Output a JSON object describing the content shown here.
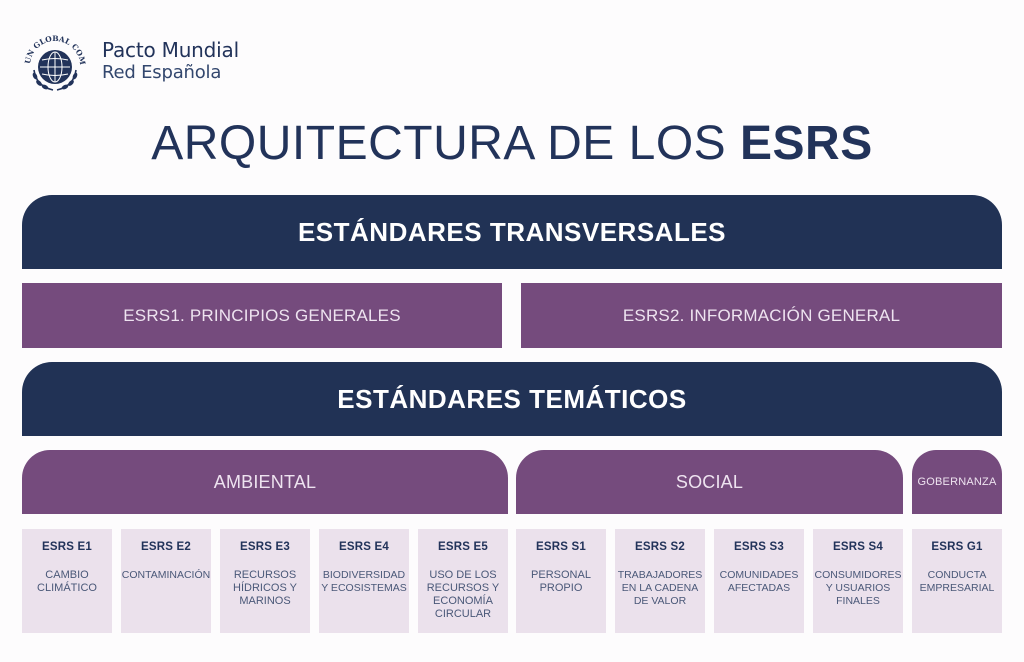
{
  "logo": {
    "ring_text": "UN GLOBAL COMPACT",
    "title": "Pacto Mundial",
    "subtitle": "Red Española"
  },
  "title": {
    "light": "ARQUITECTURA DE LOS ",
    "bold": "ESRS"
  },
  "transversal": {
    "header": "ESTÁNDARES TRANSVERSALES",
    "items": [
      {
        "label": "ESRS1. PRINCIPIOS GENERALES"
      },
      {
        "label": "ESRS2. INFORMACIÓN GENERAL"
      }
    ]
  },
  "tematico": {
    "header": "ESTÁNDARES TEMÁTICOS",
    "categories": [
      {
        "label": "AMBIENTAL"
      },
      {
        "label": "SOCIAL"
      },
      {
        "label": "GOBERNANZA"
      }
    ],
    "standards": [
      {
        "code": "ESRS E1",
        "name": "CAMBIO\nCLIMÁTICO"
      },
      {
        "code": "ESRS E2",
        "name": "CONTAMINACIÓN"
      },
      {
        "code": "ESRS E3",
        "name": "RECURSOS\nHÍDRICOS Y\nMARINOS"
      },
      {
        "code": "ESRS E4",
        "name": "BIODIVERSIDAD\nY ECOSISTEMAS"
      },
      {
        "code": "ESRS E5",
        "name": "USO DE LOS\nRECURSOS Y\nECONOMÍA\nCIRCULAR"
      },
      {
        "code": "ESRS S1",
        "name": "PERSONAL\nPROPIO"
      },
      {
        "code": "ESRS S2",
        "name": "TRABAJADORES\nEN LA CADENA\nDE VALOR"
      },
      {
        "code": "ESRS S3",
        "name": "COMUNIDADES\nAFECTADAS"
      },
      {
        "code": "ESRS S4",
        "name": "CONSUMIDORES\nY USUARIOS\nFINALES"
      },
      {
        "code": "ESRS G1",
        "name": "CONDUCTA\nEMPRESARIAL"
      }
    ]
  },
  "colors": {
    "navy": "#213255",
    "purple": "#754b7d",
    "tile_bg": "#ebe1ec",
    "background": "#fdfcfd"
  }
}
